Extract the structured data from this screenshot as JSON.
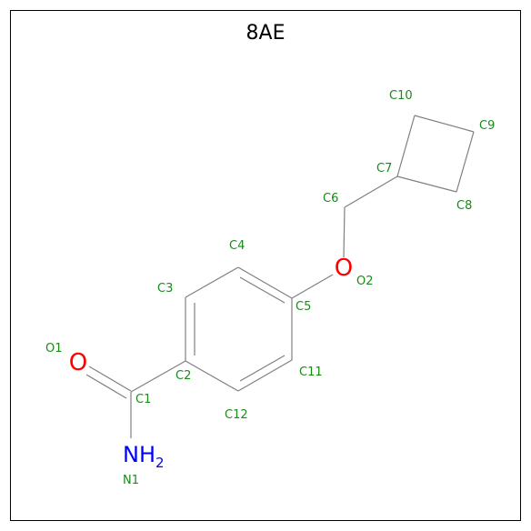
{
  "title": "8AE",
  "atom_labels": {
    "C1": "C1",
    "C2": "C2",
    "C3": "C3",
    "C4": "C4",
    "C5": "C5",
    "C6": "C6",
    "C7": "C7",
    "C8": "C8",
    "C9": "C9",
    "C10": "C10",
    "C11": "C11",
    "C12": "C12",
    "O1": "O1",
    "O2": "O2",
    "N1": "N1"
  },
  "element_symbols": {
    "O1": "O",
    "O2": "O",
    "N1_main": "NH",
    "N1_sub": "2"
  },
  "colors": {
    "bond": "#808080",
    "label": "#1a8a1a",
    "oxygen": "#ff0000",
    "nitrogen": "#0000ff",
    "frame": "#000000"
  }
}
